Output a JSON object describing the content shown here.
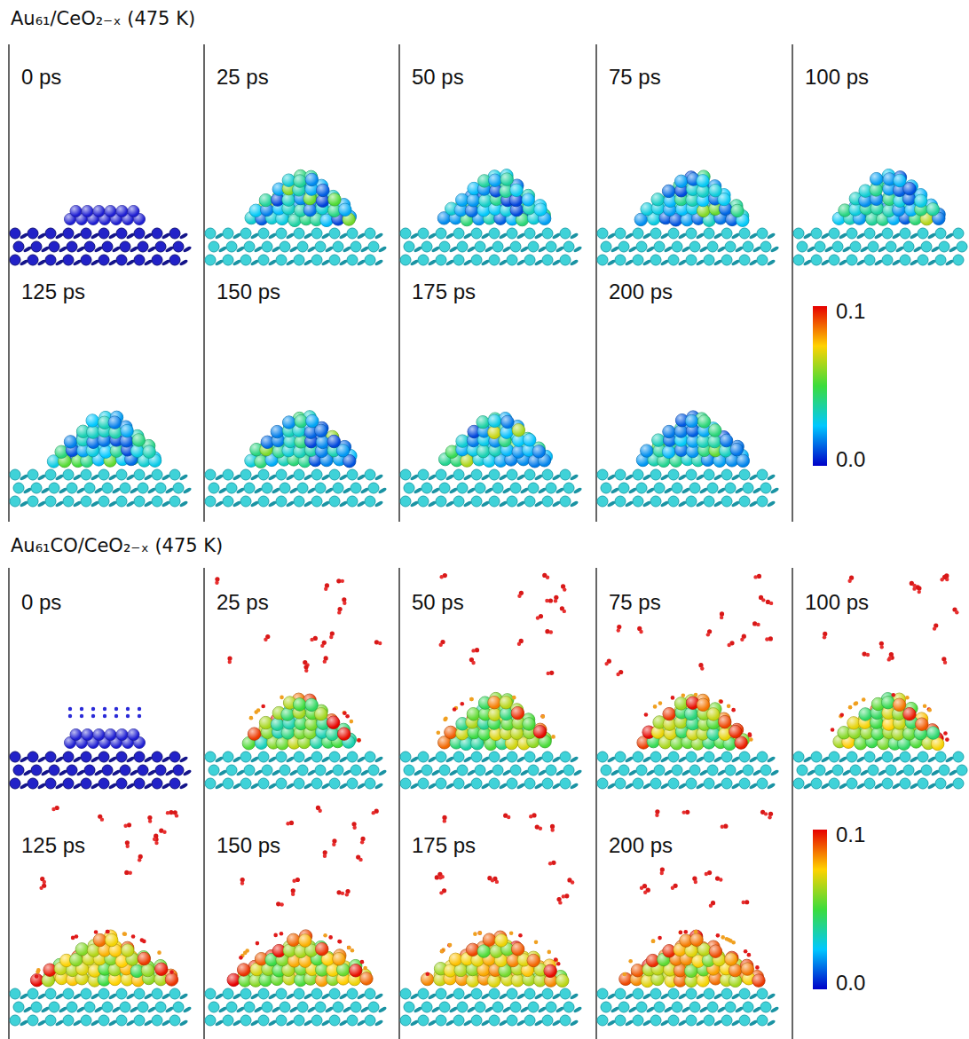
{
  "diagram": {
    "labels": [
      "Au₆₁/CeO₂₋ₓ (475 K)",
      "0 ps",
      "25 ps",
      "50 ps",
      "75 ps",
      "100 ps",
      "125 ps",
      "150 ps",
      "175 ps",
      "200 ps",
      "0.1",
      "0.0",
      "Au₆₁CO/CeO₂₋ₓ (475 K)",
      "0 ps",
      "25 ps",
      "50 ps",
      "75 ps",
      "100 ps",
      "125 ps",
      "150 ps",
      "175 ps",
      "200 ps",
      "0.1",
      "0.0"
    ]
  }
}
